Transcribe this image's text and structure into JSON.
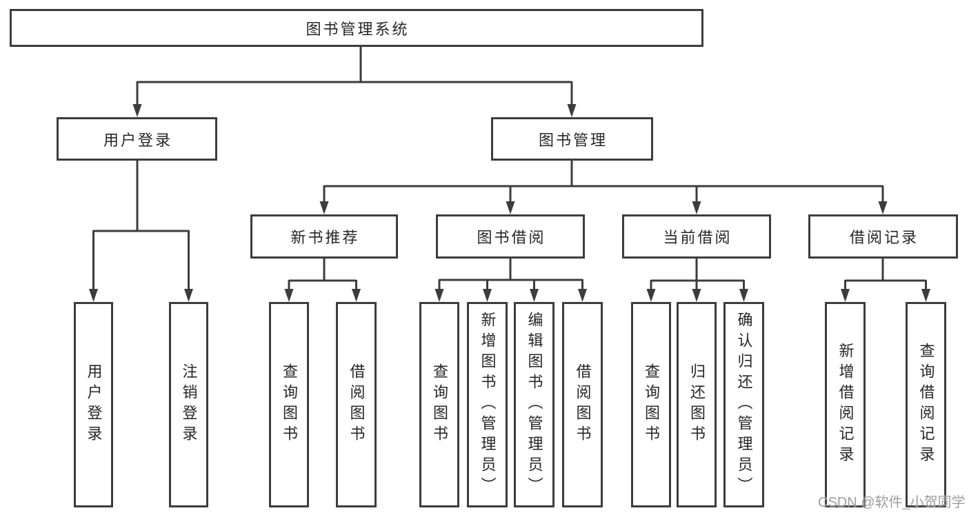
{
  "diagram": {
    "type": "hierarchy",
    "colors": {
      "line": "#3c3c3c",
      "box_border": "#3c3c3c",
      "text": "#262626",
      "background": "#ffffff",
      "watermark": "#8c8c8c"
    },
    "nodes": {
      "root": {
        "label": "图书管理系统"
      },
      "level2": [
        {
          "label": "用户登录"
        },
        {
          "label": "图书管理"
        }
      ],
      "login_children": [
        {
          "label": "用户登录"
        },
        {
          "label": "注销登录"
        }
      ],
      "sections": [
        {
          "label": "新书推荐",
          "children": [
            "查询图书",
            "借阅图书"
          ]
        },
        {
          "label": "图书借阅",
          "children": [
            "查询图书",
            "新增图书（管理员）",
            "编辑图书（管理员）",
            "借阅图书"
          ]
        },
        {
          "label": "当前借阅",
          "children": [
            "查询图书",
            "归还图书",
            "确认归还（管理员）"
          ]
        },
        {
          "label": "借阅记录",
          "children": [
            "新增借阅记录",
            "查询借阅记录"
          ]
        }
      ]
    }
  },
  "watermark": "CSDN @软件_小贺同学"
}
